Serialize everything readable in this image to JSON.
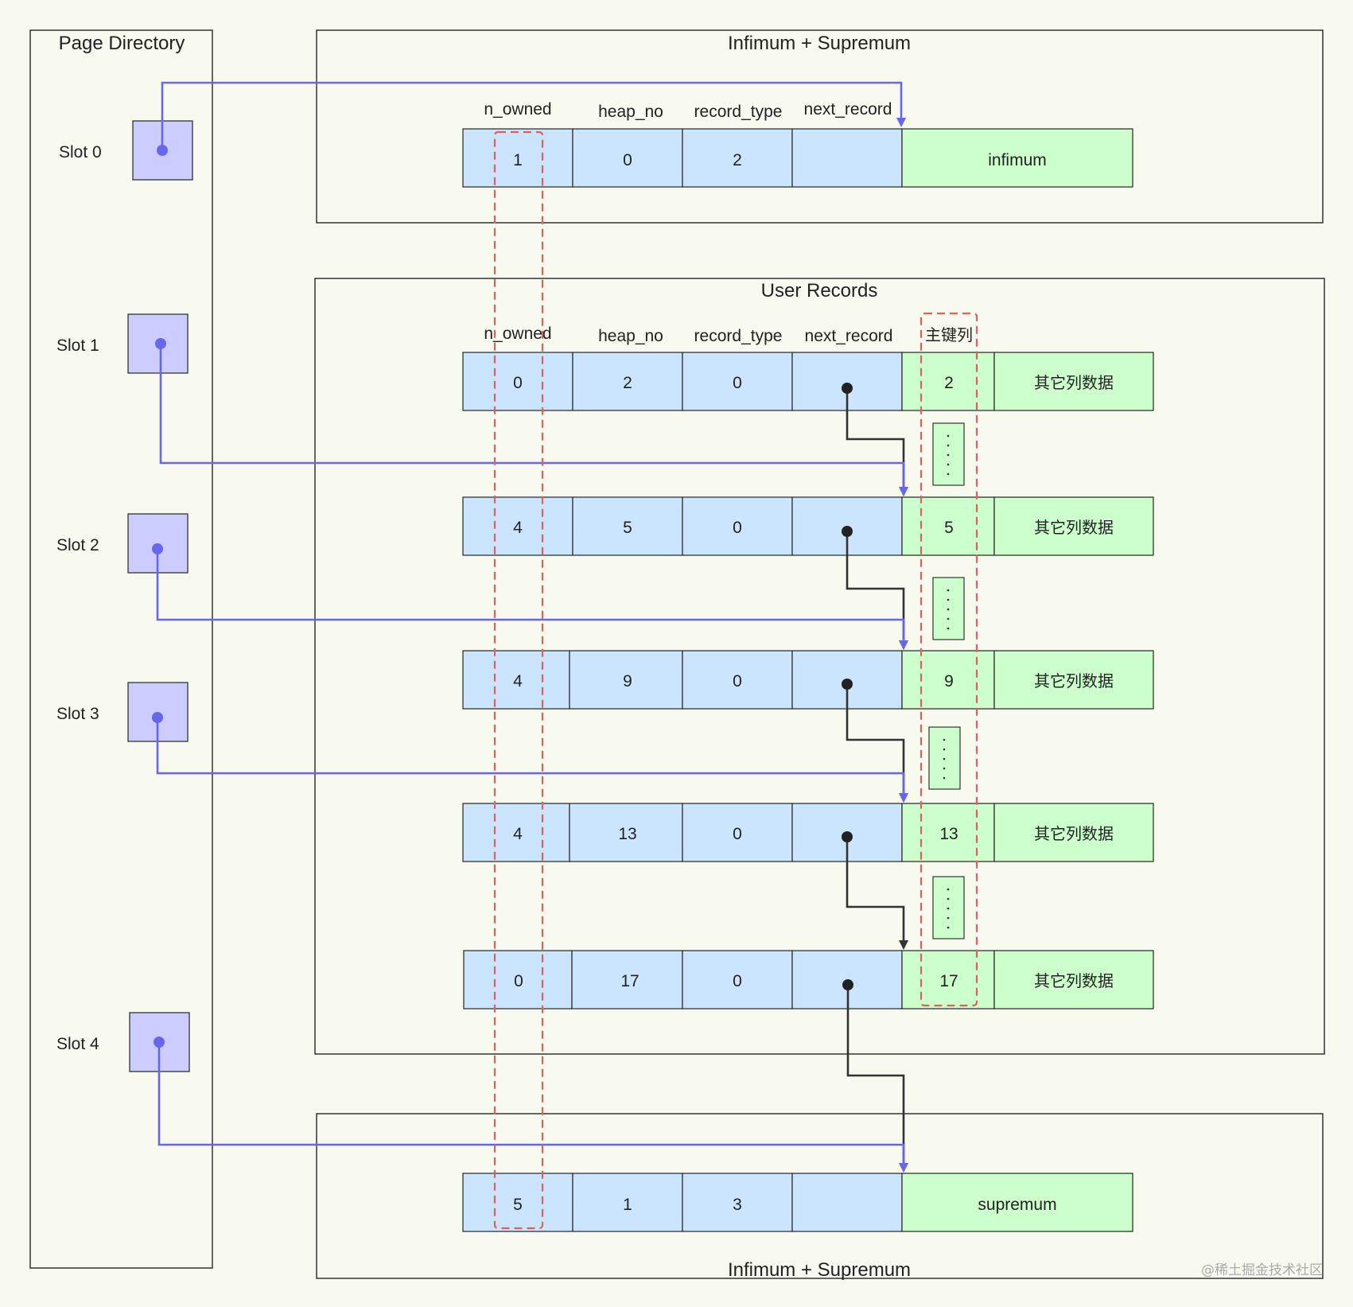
{
  "page_directory": {
    "title": "Page Directory",
    "slots": [
      {
        "label": "Slot 0"
      },
      {
        "label": "Slot 1"
      },
      {
        "label": "Slot 2"
      },
      {
        "label": "Slot 3"
      },
      {
        "label": "Slot 4"
      }
    ]
  },
  "infimum_section": {
    "title": "Infimum + Supremum",
    "headers": [
      "n_owned",
      "heap_no",
      "record_type",
      "next_record"
    ],
    "record": {
      "n_owned": "1",
      "heap_no": "0",
      "record_type": "2",
      "next_record": "",
      "payload": "infimum"
    }
  },
  "user_records": {
    "title": "User Records",
    "headers": [
      "n_owned",
      "heap_no",
      "record_type",
      "next_record",
      "主键列"
    ],
    "records": [
      {
        "n_owned": "0",
        "heap_no": "2",
        "record_type": "0",
        "key": "2",
        "other": "其它列数据"
      },
      {
        "n_owned": "4",
        "heap_no": "5",
        "record_type": "0",
        "key": "5",
        "other": "其它列数据"
      },
      {
        "n_owned": "4",
        "heap_no": "9",
        "record_type": "0",
        "key": "9",
        "other": "其它列数据"
      },
      {
        "n_owned": "4",
        "heap_no": "13",
        "record_type": "0",
        "key": "13",
        "other": "其它列数据"
      },
      {
        "n_owned": "0",
        "heap_no": "17",
        "record_type": "0",
        "key": "17",
        "other": "其它列数据"
      }
    ]
  },
  "supremum_section": {
    "title": "Infimum + Supremum",
    "record": {
      "n_owned": "5",
      "heap_no": "1",
      "record_type": "3",
      "next_record": "",
      "payload": "supremum"
    }
  },
  "watermark": "@稀土掘金技术社区",
  "colors": {
    "record_field": "#cce5ff",
    "record_payload": "#ccffcc",
    "slot": "#ccccff",
    "slot_pointer": "#6666ee",
    "highlight_dashed": "#e06060",
    "background": "#f8f9ef"
  }
}
